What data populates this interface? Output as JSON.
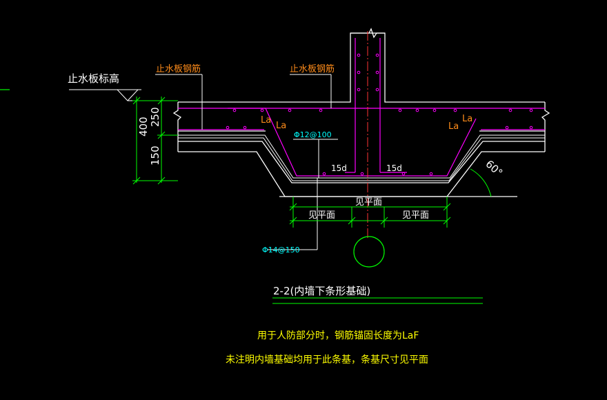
{
  "labels": {
    "elevation": "止水板标高",
    "waterstop_rebar_left": "止水板钢筋",
    "waterstop_rebar_right": "止水板钢筋",
    "la_1": "La",
    "la_2": "La",
    "la_3": "La",
    "la_4": "La",
    "rebar_top": "Φ12@100",
    "rebar_bottom": "Φ14@150",
    "d15_left": "15d",
    "d15_right": "15d",
    "angle": "60°",
    "see_plan_center": "见平面",
    "see_plan_left": "见平面",
    "see_plan_right": "见平面",
    "section_title": "2-2(内墙下条形基础)",
    "note_1": "用于人防部分时，钢筋锚固长度为LaF",
    "note_2": "未注明内墙基础均用于此条基，条基尺寸见平面"
  },
  "dimensions": {
    "total": "400",
    "upper": "250",
    "lower": "150"
  },
  "colors": {
    "background": "#000000",
    "concrete": "#ffffff",
    "rebar": "#ff00ff",
    "dimension": "#00ff00",
    "leader_text": "#00ffff",
    "orange_text": "#ff8c1a",
    "note_text": "#ffff00",
    "red": "#ff3333"
  }
}
